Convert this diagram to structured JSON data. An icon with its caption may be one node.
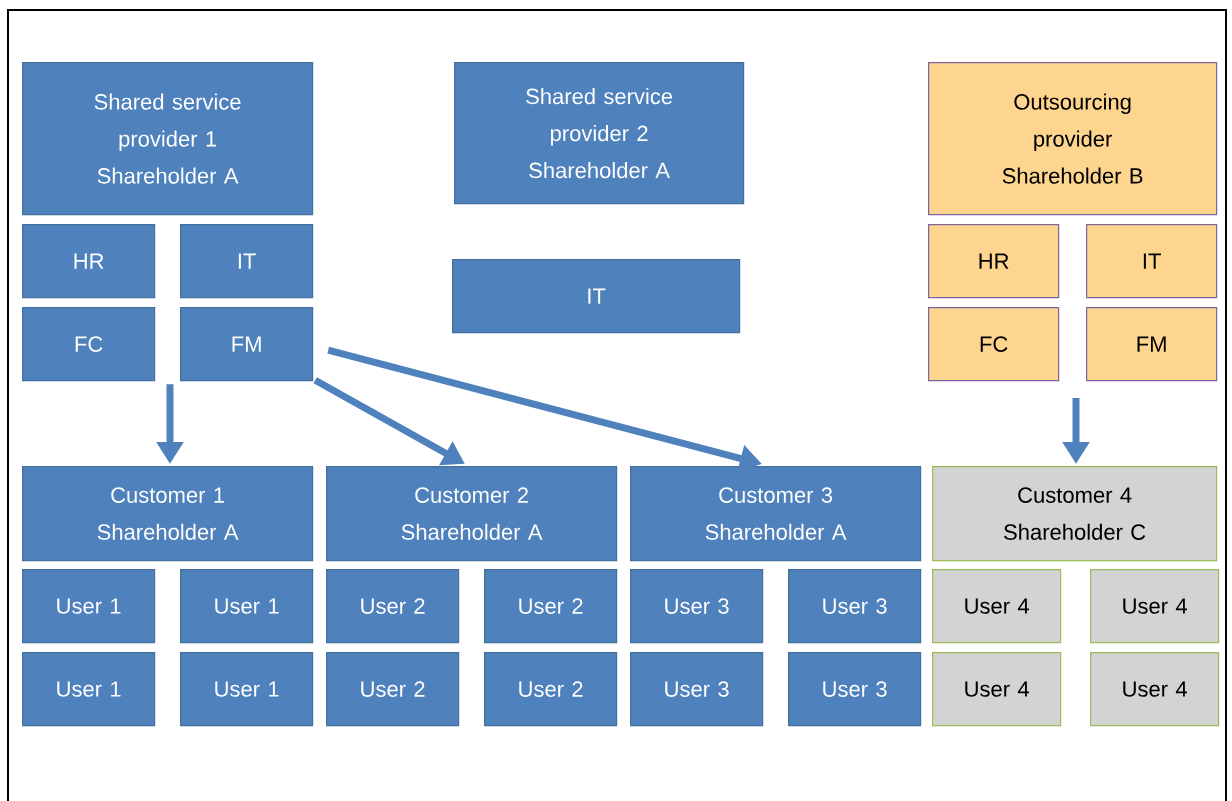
{
  "diagram": {
    "nodes": [
      {
        "text": [
          "Shared service provider 1",
          "Shareholder A"
        ]
      },
      {
        "text": [
          "HR"
        ]
      },
      {
        "text": [
          "IT"
        ]
      },
      {
        "text": [
          "FC"
        ]
      },
      {
        "text": [
          "FM"
        ]
      },
      {
        "text": [
          "Shared service provider 2",
          "Shareholder A"
        ]
      },
      {
        "text": [
          "IT"
        ]
      },
      {
        "text": [
          "Outsourcing provider",
          "Shareholder B"
        ]
      },
      {
        "text": [
          "HR"
        ]
      },
      {
        "text": [
          "IT"
        ]
      },
      {
        "text": [
          "FC"
        ]
      },
      {
        "text": [
          "FM"
        ]
      },
      {
        "text": [
          "Customer 1",
          "Shareholder A"
        ]
      },
      {
        "text": [
          "Customer 2",
          "Shareholder A"
        ]
      },
      {
        "text": [
          "Customer 3",
          "Shareholder A"
        ]
      },
      {
        "text": [
          "Customer 4",
          "Shareholder C"
        ]
      },
      {
        "text": [
          "User 1"
        ]
      },
      {
        "text": [
          "User 1"
        ]
      },
      {
        "text": [
          "User 2"
        ]
      },
      {
        "text": [
          "User 2"
        ]
      },
      {
        "text": [
          "User 3"
        ]
      },
      {
        "text": [
          "User 3"
        ]
      },
      {
        "text": [
          "User 4"
        ]
      },
      {
        "text": [
          "User 4"
        ]
      },
      {
        "text": [
          "User 1"
        ]
      },
      {
        "text": [
          "User 1"
        ]
      },
      {
        "text": [
          "User 2"
        ]
      },
      {
        "text": [
          "User 2"
        ]
      },
      {
        "text": [
          "User 3"
        ]
      },
      {
        "text": [
          "User 3"
        ]
      },
      {
        "text": [
          "User 4"
        ]
      },
      {
        "text": [
          "User 4"
        ]
      }
    ],
    "edges": [
      {
        "from": 4,
        "to": 12,
        "arrow": "to"
      },
      {
        "from": 4,
        "to": 13,
        "arrow": "to"
      },
      {
        "from": 4,
        "to": 14,
        "arrow": "to"
      },
      {
        "from": null,
        "to": 15,
        "arrow": "to"
      }
    ]
  }
}
